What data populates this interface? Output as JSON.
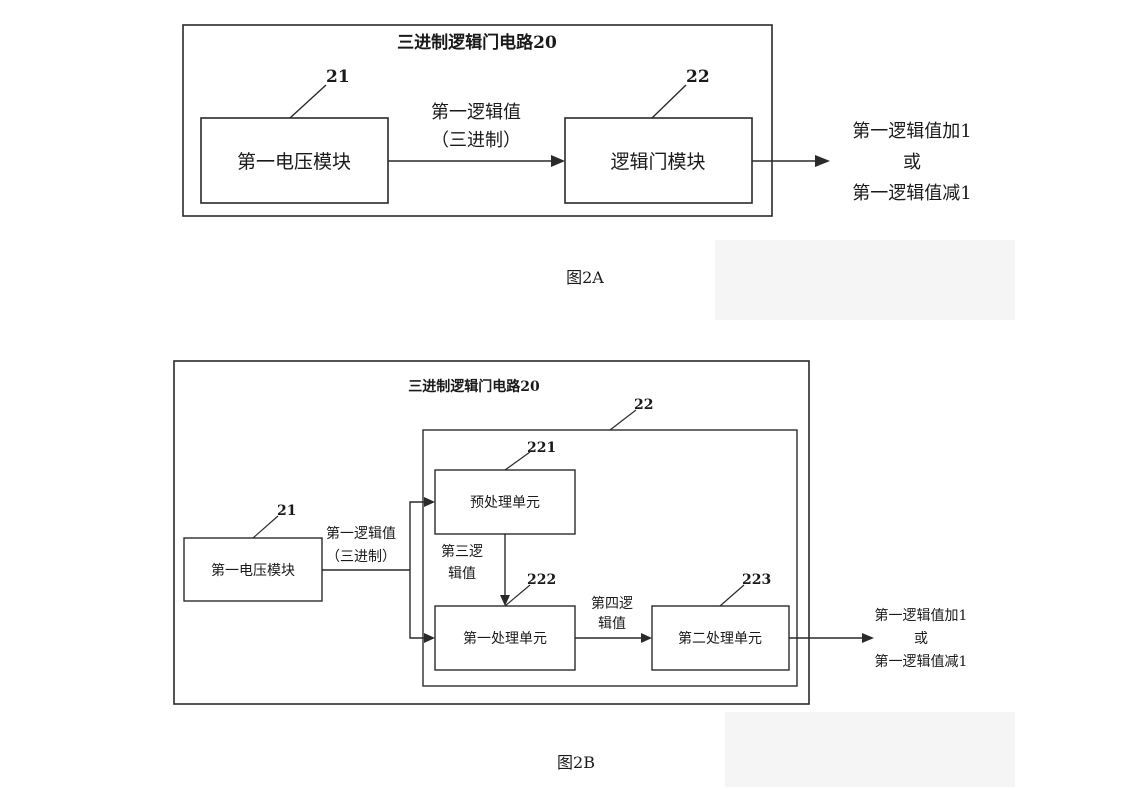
{
  "diagram_a": {
    "title": "三进制逻辑门电路20",
    "label_21": "21",
    "label_22": "22",
    "module_voltage": "第一电压模块",
    "module_gate": "逻辑门模块",
    "arrow_label_line1": "第一逻辑值",
    "arrow_label_line2": "（三进制）",
    "output_line1": "第一逻辑值加1",
    "output_line2": "或",
    "output_line3": "第一逻辑值减1",
    "caption": "图2A"
  },
  "diagram_b": {
    "title": "三进制逻辑门电路20",
    "label_22": "22",
    "label_21": "21",
    "label_221": "221",
    "label_222": "222",
    "label_223": "223",
    "module_voltage": "第一电压模块",
    "unit_pre": "预处理单元",
    "unit_first": "第一处理单元",
    "unit_second": "第二处理单元",
    "input_label_line1": "第一逻辑值",
    "input_label_line2": "（三进制）",
    "third_label_line1": "第三逻",
    "third_label_line2": "辑值",
    "fourth_label_line1": "第四逻",
    "fourth_label_line2": "辑值",
    "output_line1": "第一逻辑值加1",
    "output_line2": "或",
    "output_line3": "第一逻辑值减1",
    "caption": "图2B"
  }
}
